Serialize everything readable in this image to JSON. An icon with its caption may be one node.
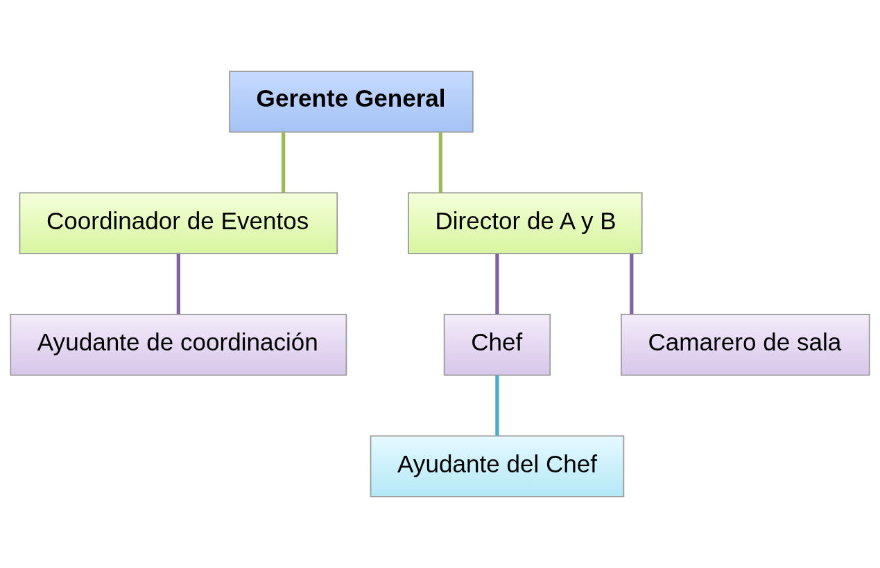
{
  "diagram": {
    "nodes": [
      {
        "text": [
          "Gerente General"
        ]
      },
      {
        "text": [
          "Coordinador de Eventos"
        ]
      },
      {
        "text": [
          "Director de A y B"
        ]
      },
      {
        "text": [
          "Ayudante de coordinación"
        ]
      },
      {
        "text": [
          "Chef"
        ]
      },
      {
        "text": [
          "Camarero de sala"
        ]
      },
      {
        "text": [
          "Ayudante del Chef"
        ]
      }
    ],
    "edges": [
      {
        "from": 0,
        "to": 1,
        "arrow": "none",
        "color": "#9bbb59"
      },
      {
        "from": 0,
        "to": 2,
        "arrow": "none",
        "color": "#9bbb59"
      },
      {
        "from": 1,
        "to": 3,
        "arrow": "none"
      },
      {
        "from": 2,
        "to": 4,
        "arrow": "none"
      },
      {
        "from": 2,
        "to": 5,
        "arrow": "none"
      },
      {
        "from": 4,
        "to": 6,
        "arrow": "none",
        "color": "#4bacc6"
      }
    ]
  }
}
